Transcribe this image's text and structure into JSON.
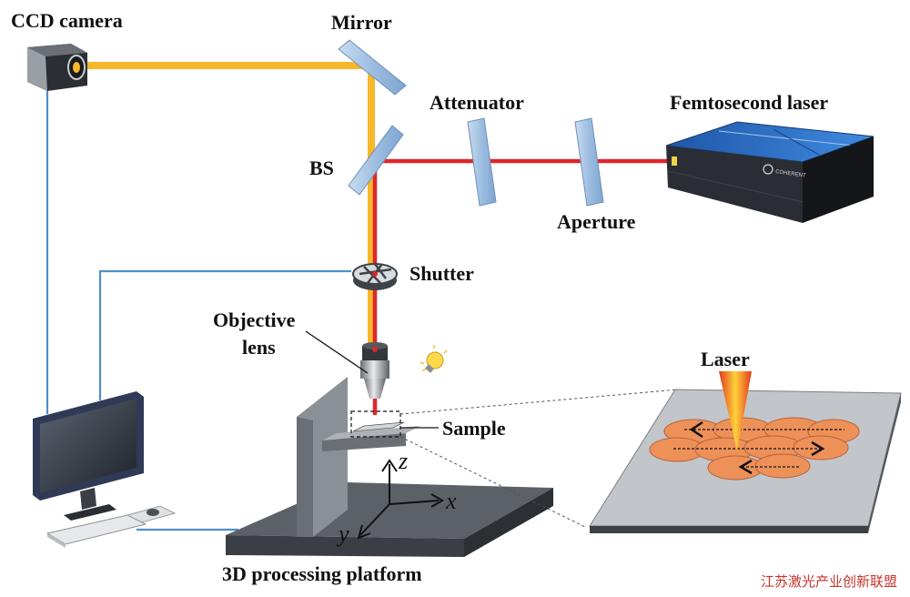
{
  "labels": {
    "ccd_camera": "CCD camera",
    "mirror": "Mirror",
    "attenuator": "Attenuator",
    "femtosecond_laser": "Femtosecond laser",
    "bs": "BS",
    "aperture": "Aperture",
    "shutter": "Shutter",
    "objective_line1": "Objective",
    "objective_line2": "lens",
    "sample": "Sample",
    "laser": "Laser",
    "platform": "3D processing platform"
  },
  "axes": {
    "x": "x",
    "y": "y",
    "z": "z"
  },
  "laser_brand": "COHERENT",
  "watermark": "江苏激光产业创新联盟",
  "colors": {
    "red_beam": "#e0252a",
    "yellow_beam": "#f7b72a",
    "cable": "#4f8fc7",
    "optic": "#a9c6e6",
    "platform": "#555a60",
    "spot": "#ee9159"
  }
}
